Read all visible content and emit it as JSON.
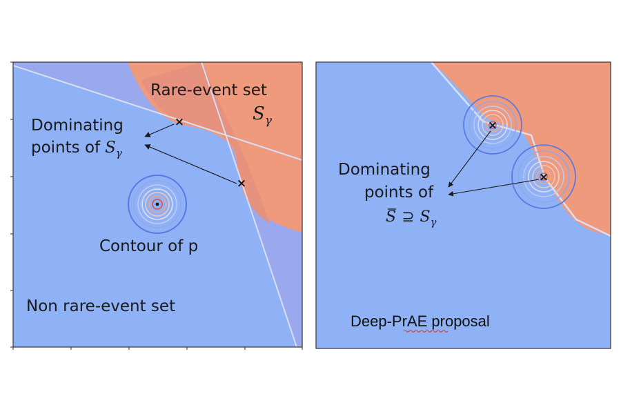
{
  "left_panel": {
    "rare_event_label": "Rare-event set",
    "rare_event_symbol": "S",
    "rare_event_subscript": "γ",
    "dominating_line1": "Dominating",
    "dominating_line2": "points of",
    "dominating_symbol": "S",
    "dominating_subscript": "γ",
    "contour_label": "Contour of p",
    "non_rare_label": "Non rare-event set"
  },
  "right_panel": {
    "dominating_line1": "Dominating",
    "dominating_line2": "points of",
    "superset_sbar": "S",
    "superset_relation": "⊇",
    "superset_s": "S",
    "superset_subscript": "γ",
    "proposal_label_part1": "Deep-",
    "proposal_label_part2": "PrAE",
    "proposal_label_part3": " proposal"
  },
  "colors": {
    "non_rare_blue": "#8fb2f6",
    "rare_orange": "#ef9a7c",
    "rare_overlap": "#e4917f",
    "halfspace_tint": "#9aa9ed",
    "line_white": "#d8dff4",
    "contour_ring": "#5b79e3",
    "contour_center": "#d65c50"
  },
  "markers": {
    "cross": "×",
    "dot": "•"
  }
}
